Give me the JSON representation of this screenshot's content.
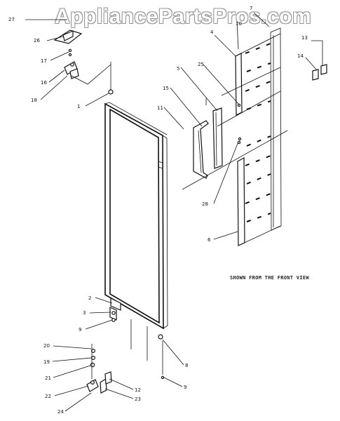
{
  "watermark": "AppliancePartsPros.com",
  "caption": "SHOWN FROM THE FRONT VIEW",
  "callouts": [
    "27",
    "26",
    "17",
    "16",
    "18",
    "1",
    "2",
    "3",
    "9",
    "20",
    "19",
    "21",
    "22",
    "24",
    "23",
    "12",
    "8",
    "9",
    "7",
    "10",
    "4",
    "25",
    "5",
    "15",
    "11",
    "28",
    "6",
    "13",
    "14"
  ]
}
